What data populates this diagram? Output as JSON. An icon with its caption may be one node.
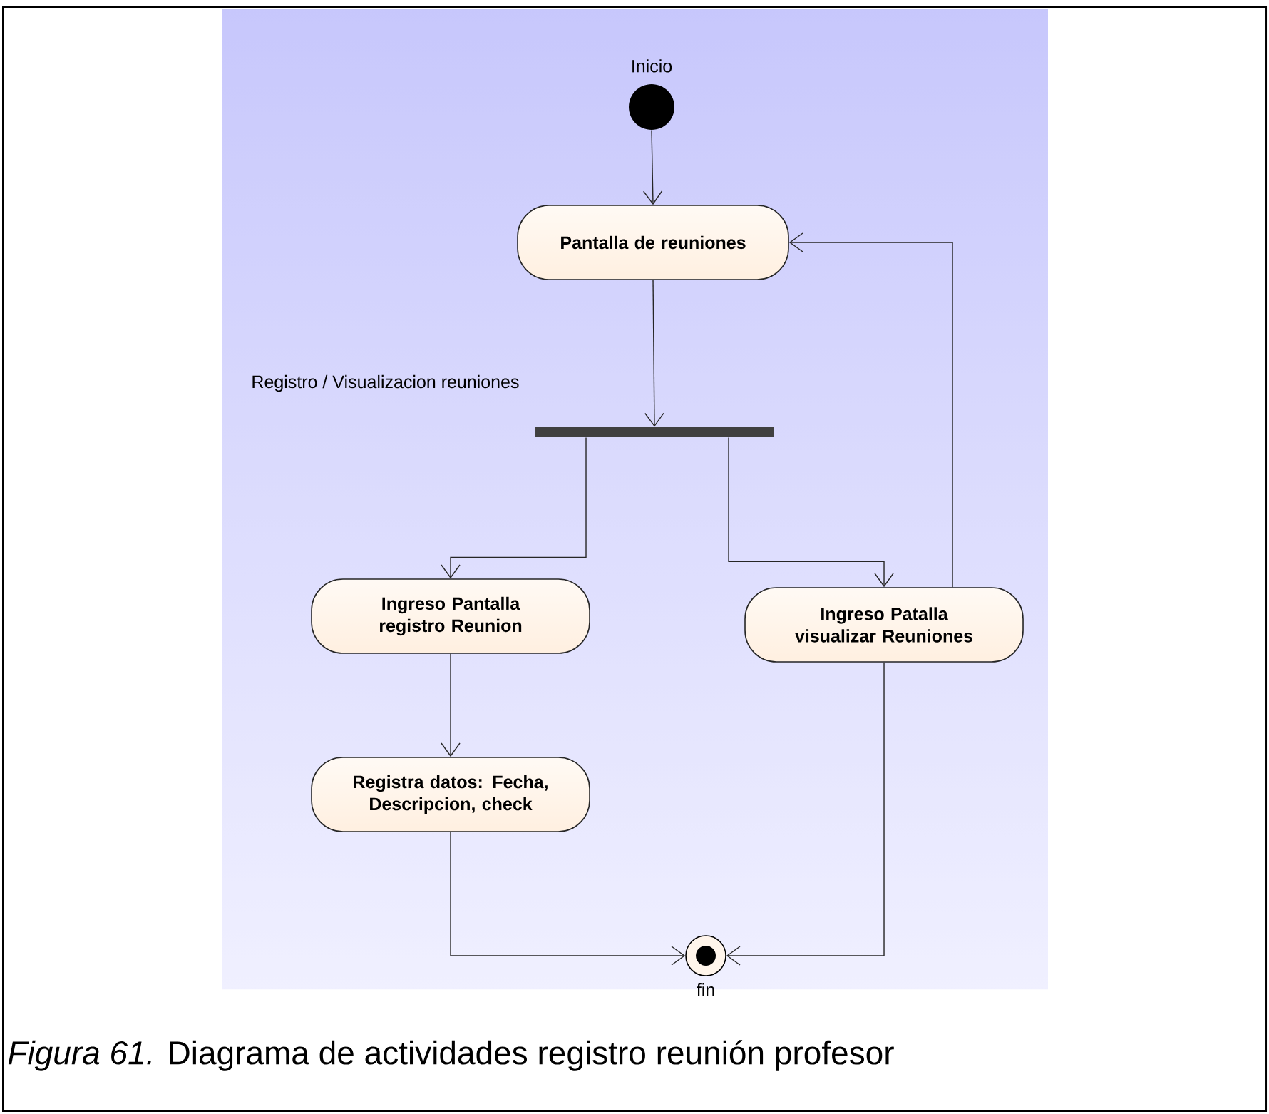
{
  "diagram": {
    "caption": "*Figura 61.* Diagrama de actividades registro reunión profesor",
    "nodes": [
      {
        "text": [],
        "shape": "circle",
        "beside": [
          "Inicio"
        ]
      },
      {
        "text": [
          "Pantalla de reuniones"
        ]
      },
      {
        "text": [],
        "shape": "bar",
        "beside": [
          "Registro / Visualizacion reuniones"
        ]
      },
      {
        "text": [
          "Ingreso Pantalla registro Reunion"
        ]
      },
      {
        "text": [
          "Ingreso Patalla visualizar Reuniones"
        ]
      },
      {
        "text": [
          "Registra datos: Fecha, Descripcion, check"
        ]
      },
      {
        "text": [],
        "shape": "bullseye",
        "beside": [
          "fin"
        ]
      }
    ],
    "edges": [
      {
        "from": 0,
        "to": 1,
        "arrow": "to"
      },
      {
        "from": 1,
        "to": 2,
        "arrow": "to"
      },
      {
        "from": 2,
        "to": 3,
        "arrow": "to"
      },
      {
        "from": 2,
        "to": 4,
        "arrow": "to"
      },
      {
        "from": 4,
        "to": 1,
        "arrow": "to"
      },
      {
        "from": 3,
        "to": 5,
        "arrow": "to"
      },
      {
        "from": 5,
        "to": 6,
        "arrow": "to"
      },
      {
        "from": 4,
        "to": 6,
        "arrow": "to"
      }
    ]
  }
}
